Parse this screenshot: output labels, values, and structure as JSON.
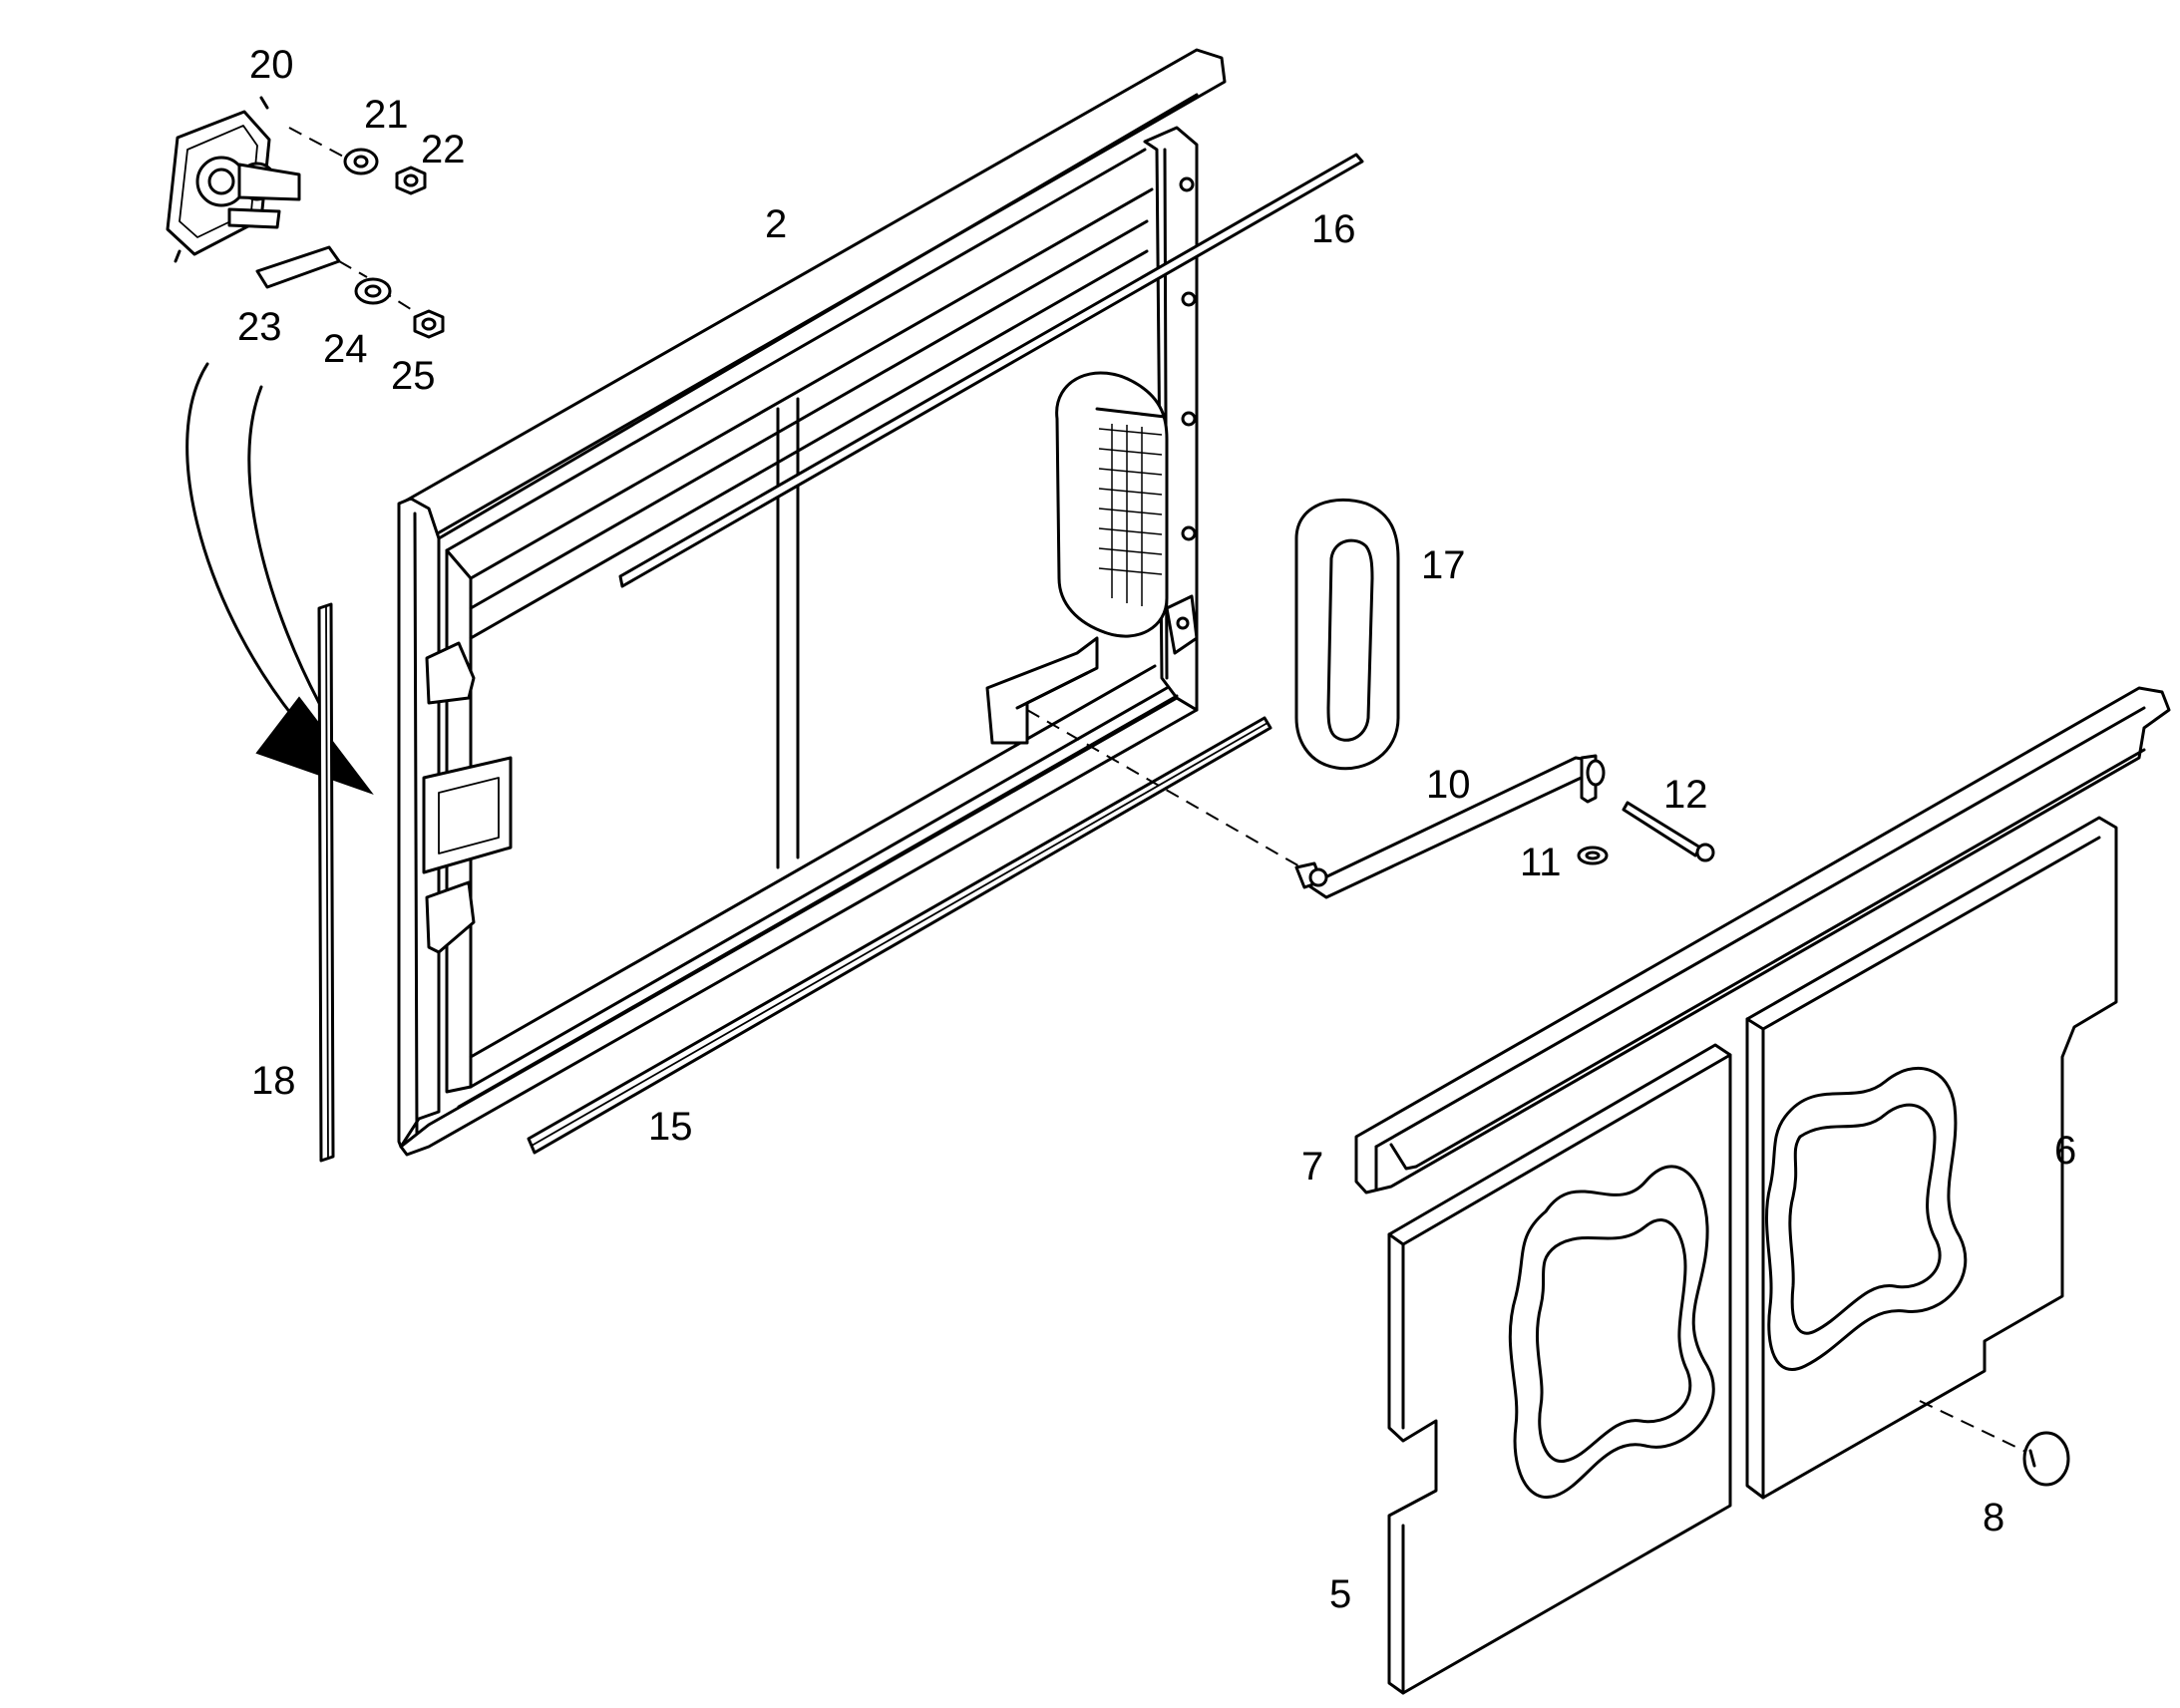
{
  "diagram": {
    "labels": {
      "2": "2",
      "5": "5",
      "6": "6",
      "7": "7",
      "8": "8",
      "10": "10",
      "11": "11",
      "12": "12",
      "15": "15",
      "16": "16",
      "17": "17",
      "18": "18",
      "20": "20",
      "21": "21",
      "22": "22",
      "23": "23",
      "24": "24",
      "25": "25"
    }
  }
}
